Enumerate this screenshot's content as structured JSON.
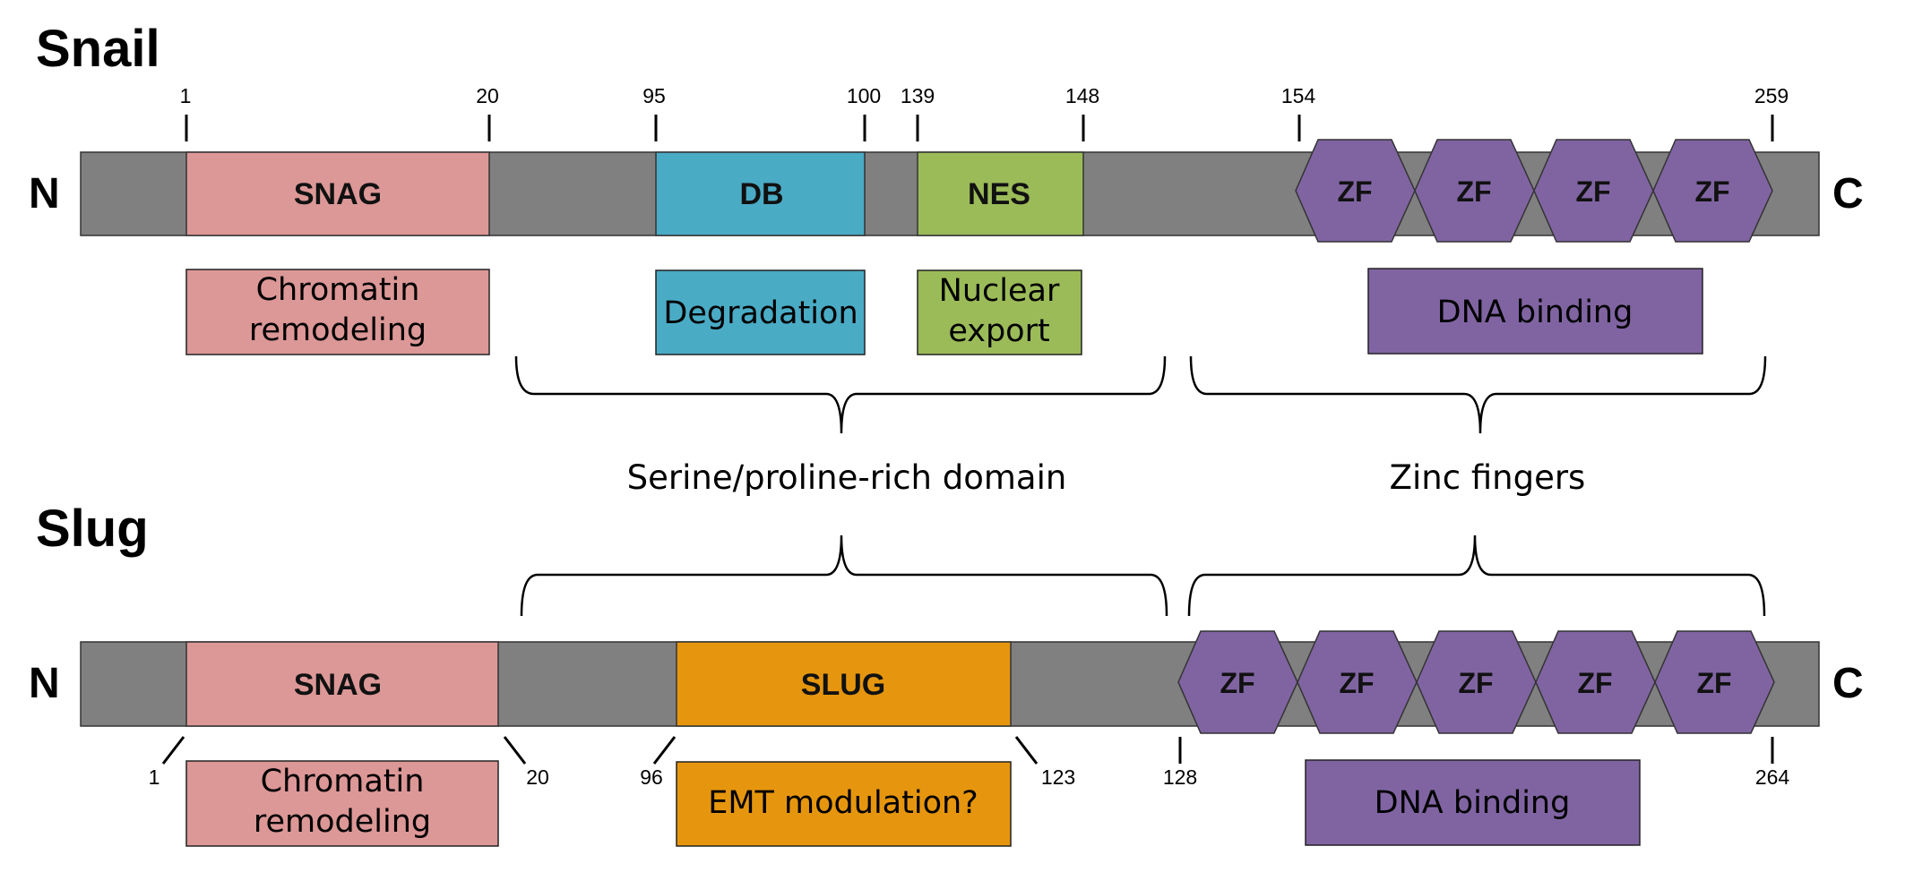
{
  "colors": {
    "backbone": "#808080",
    "snag": "#dc9797",
    "db": "#4aabc5",
    "nes": "#9bbb59",
    "slug": "#e6960e",
    "zinc_finger": "#8064a2"
  },
  "snail": {
    "title": "Snail",
    "n_label": "N",
    "c_label": "C",
    "positions": [
      "1",
      "20",
      "95",
      "100",
      "139",
      "148",
      "154",
      "259"
    ],
    "domains": {
      "snag": "SNAG",
      "db": "DB",
      "nes": "NES",
      "zinc_finger": "ZF"
    },
    "functions": {
      "chromatin_line1": "Chromatin",
      "chromatin_line2": "remodeling",
      "degradation": "Degradation",
      "export_line1": "Nuclear",
      "export_line2": "export",
      "dna_binding": "DNA binding"
    }
  },
  "shared_regions": {
    "serine_proline": "Serine/proline-rich domain",
    "zinc_fingers": "Zinc fingers"
  },
  "slug": {
    "title": "Slug",
    "n_label": "N",
    "c_label": "C",
    "positions": [
      "1",
      "20",
      "96",
      "123",
      "128",
      "264"
    ],
    "domains": {
      "snag": "SNAG",
      "slug": "SLUG",
      "zinc_finger": "ZF"
    },
    "functions": {
      "chromatin_line1": "Chromatin",
      "chromatin_line2": "remodeling",
      "emt": "EMT modulation?",
      "dna_binding": "DNA binding"
    }
  }
}
